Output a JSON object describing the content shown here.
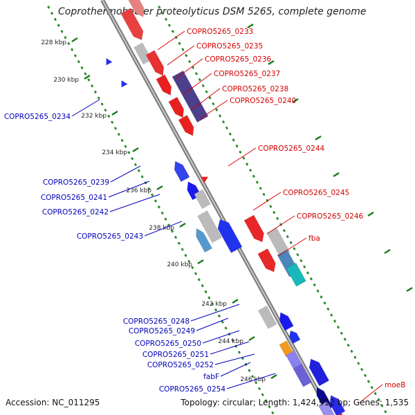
{
  "title": "Coprothermobacter proteolyticus DSM 5265, complete genome",
  "accession": "Accession: NC_011295",
  "topology": "Topology: circular; Length: 1,424,912 bp; Genes: 1,535",
  "colors": {
    "forward_label": "#d40000",
    "reverse_label": "#0000bb",
    "backbone": "#888888",
    "tick": "#1a7a1a"
  },
  "kbp_ticks": [
    "228 kbp",
    "230 kbp",
    "232 kbp",
    "234 kbp",
    "236 kbp",
    "238 kbp",
    "240 kbp",
    "242 kbp",
    "244 kbp",
    "246 kbp"
  ],
  "forward_genes": [
    "COPRO5265_0233",
    "COPRO5265_0235",
    "COPRO5265_0236",
    "COPRO5265_0237",
    "COPRO5265_0238",
    "COPRO5265_0240",
    "COPRO5265_0244",
    "COPRO5265_0245",
    "COPRO5265_0246",
    "fba",
    "moeB"
  ],
  "reverse_genes": [
    "COPRO5265_0234",
    "COPRO5265_0239",
    "COPRO5265_0241",
    "COPRO5265_0242",
    "COPRO5265_0243",
    "COPRO5265_0248",
    "COPRO5265_0249",
    "COPRO5265_0250",
    "COPRO5265_0251",
    "COPRO5265_0252",
    "fabF",
    "COPRO5265_0254"
  ]
}
